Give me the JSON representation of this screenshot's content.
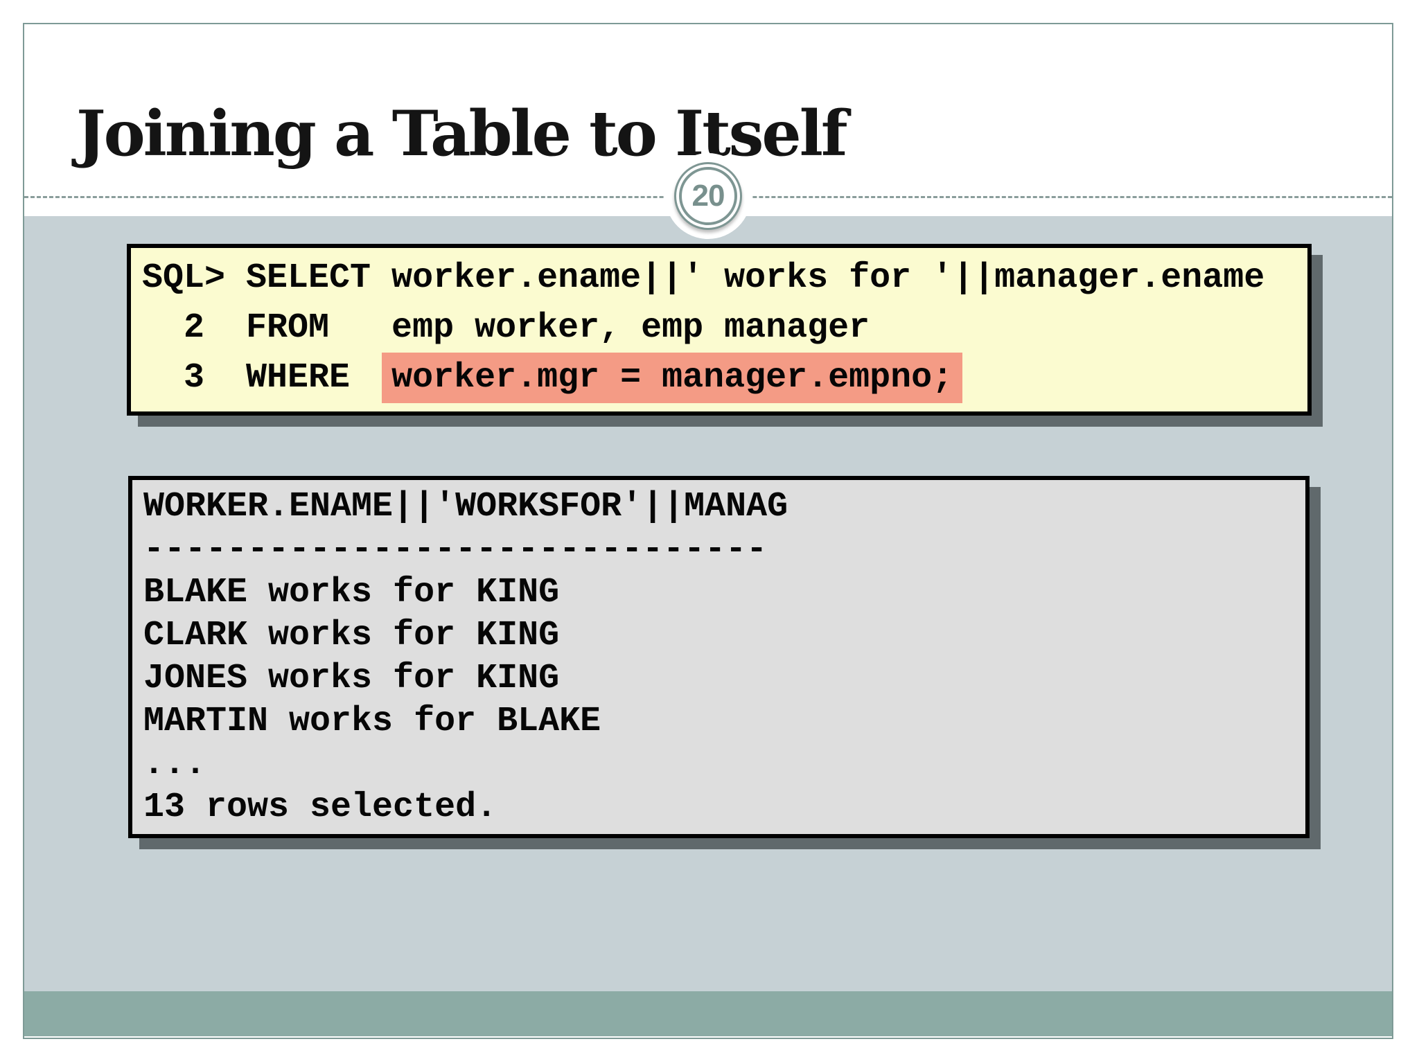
{
  "slide": {
    "title": "Joining a Table to Itself",
    "page_number": "20"
  },
  "sql_box": {
    "line1": "SQL> SELECT worker.ename||' works for '||manager.ename",
    "line2": "  2  FROM   emp worker, emp manager",
    "line3_prefix": "  3  WHERE  ",
    "line3_highlight": "worker.mgr = manager.empno;"
  },
  "output_box": {
    "lines": [
      "WORKER.ENAME||'WORKSFOR'||MANAG",
      "------------------------------",
      "BLAKE works for KING",
      "CLARK works for KING",
      "JONES works for KING",
      "MARTIN works for BLAKE",
      "...",
      "13 rows selected."
    ]
  },
  "colors": {
    "slide_body_bg": "#c6d1d5",
    "footer_band": "#8caba5",
    "frame_border": "#7e9a96",
    "dashed_divider": "#8a9d9b",
    "sql_box_bg": "#fbfbd0",
    "highlight": "#f49b85",
    "output_box_bg": "#dedede",
    "box_border": "#000000",
    "box_shadow": "#60696c",
    "badge_ring": "#7e9693",
    "title_color": "#141414"
  }
}
